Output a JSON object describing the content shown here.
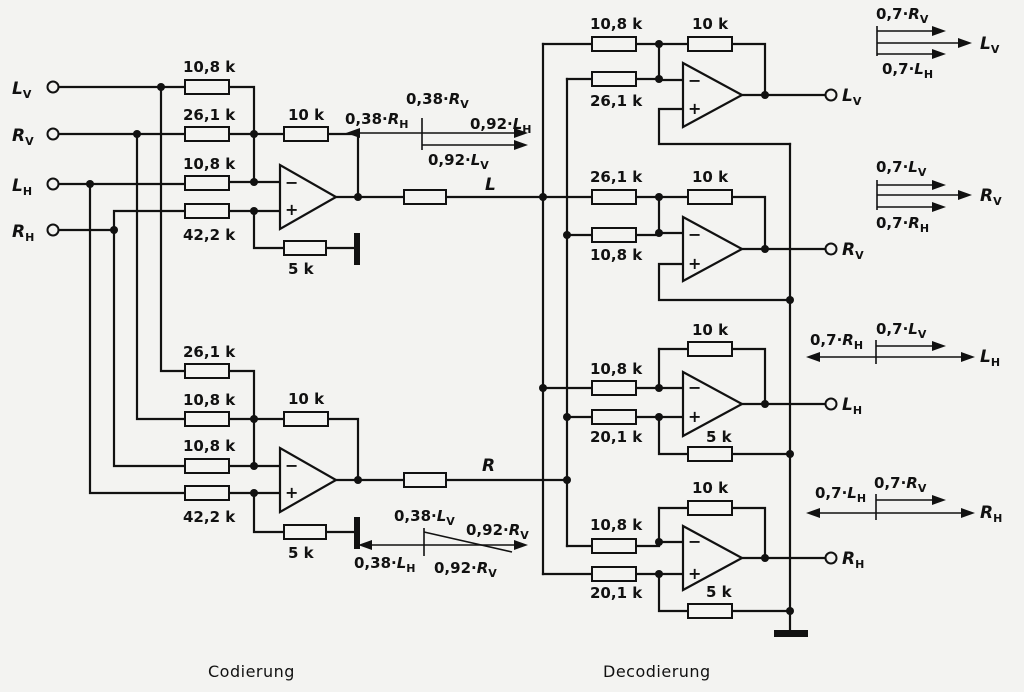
{
  "inputs": [
    {
      "base": "L",
      "sub": "V"
    },
    {
      "base": "R",
      "sub": "V"
    },
    {
      "base": "L",
      "sub": "H"
    },
    {
      "base": "R",
      "sub": "H"
    }
  ],
  "outputs": [
    {
      "base": "L",
      "sub": "V"
    },
    {
      "base": "R",
      "sub": "V"
    },
    {
      "base": "L",
      "sub": "H"
    },
    {
      "base": "R",
      "sub": "H"
    }
  ],
  "resistors": {
    "enc_top": [
      "10,8 k",
      "26,1 k",
      "10,8 k",
      "42,2 k"
    ],
    "enc_top_fb": "10 k",
    "enc_top_gnd": "5 k",
    "enc_bot": [
      "26,1 k",
      "10,8 k",
      "10,8 k",
      "42,2 k"
    ],
    "enc_bot_fb": "10 k",
    "enc_bot_gnd": "5 k",
    "dec1_in": [
      "10,8 k",
      "26,1 k"
    ],
    "dec1_fb": "10 k",
    "dec2_in": [
      "26,1 k",
      "10,8 k"
    ],
    "dec2_fb": "10 k",
    "dec3_in": [
      "10,8 k",
      "20,1 k"
    ],
    "dec3_fb": "10 k",
    "dec3_gnd": "5 k",
    "dec4_in": [
      "10,8 k",
      "20,1 k"
    ],
    "dec4_fb": "10 k",
    "dec4_gnd": "5 k"
  },
  "lines": {
    "L": "L",
    "R": "R"
  },
  "opamp_signs": {
    "minus": "−",
    "plus": "+"
  },
  "vectors": {
    "L_channel": {
      "top_label": {
        "coef": "0,38·",
        "base": "R",
        "sub": "V"
      },
      "left_label": {
        "coef": "0,38·",
        "base": "R",
        "sub": "H"
      },
      "right_label": {
        "coef": "0,92·",
        "base": "L",
        "sub": "H"
      },
      "bottom_label": {
        "coef": "0,92·",
        "base": "L",
        "sub": "V"
      }
    },
    "R_channel": {
      "top_label": {
        "coef": "0,38·",
        "base": "L",
        "sub": "V"
      },
      "left_label": {
        "coef": "0,38·",
        "base": "L",
        "sub": "H"
      },
      "right_label": {
        "coef": "0,92·",
        "base": "R",
        "sub": "V"
      },
      "bottom_label": {
        "coef": "0,92·",
        "base": "R",
        "sub": "V"
      }
    },
    "out_LV": {
      "top": {
        "coef": "0,7·",
        "base": "R",
        "sub": "V"
      },
      "bottom": {
        "coef": "0,7·",
        "base": "L",
        "sub": "H"
      },
      "result": {
        "base": "L",
        "sub": "V"
      }
    },
    "out_RV": {
      "top": {
        "coef": "0,7·",
        "base": "L",
        "sub": "V"
      },
      "bottom": {
        "coef": "0,7·",
        "base": "R",
        "sub": "H"
      },
      "result": {
        "base": "R",
        "sub": "V"
      }
    },
    "out_LH": {
      "left": {
        "coef": "0,7·",
        "base": "R",
        "sub": "H"
      },
      "right": {
        "coef": "0,7·",
        "base": "L",
        "sub": "V"
      },
      "result": {
        "base": "L",
        "sub": "H"
      }
    },
    "out_RH": {
      "left": {
        "coef": "0,7·",
        "base": "L",
        "sub": "H"
      },
      "right": {
        "coef": "0,7·",
        "base": "R",
        "sub": "V"
      },
      "result": {
        "base": "R",
        "sub": "H"
      }
    }
  },
  "sections": {
    "encoding": "Codierung",
    "decoding": "Decodierung"
  }
}
